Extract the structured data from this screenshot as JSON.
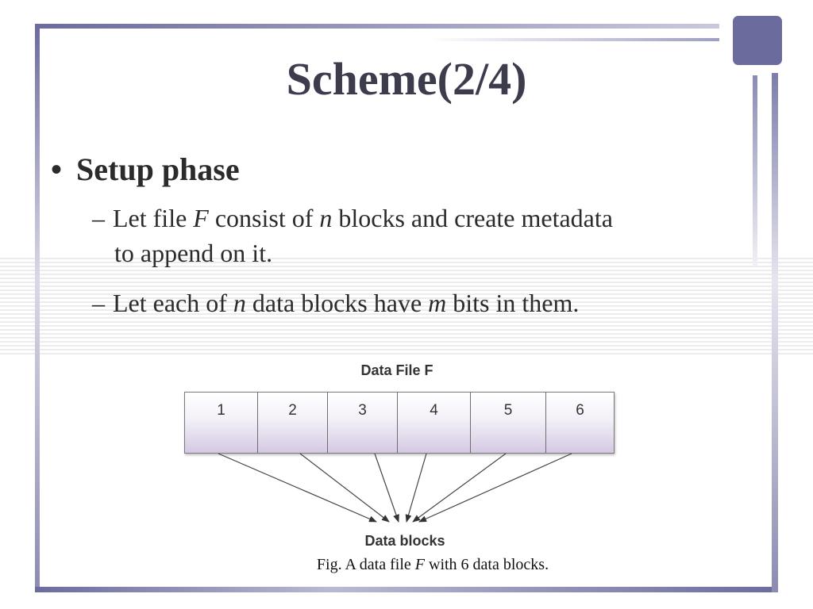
{
  "slide": {
    "title": "Scheme(2/4)",
    "bullet": "Setup phase",
    "sub1": {
      "t1": "Let file ",
      "v1": "F",
      "t2": " consist of ",
      "v2": "n",
      "t3": " blocks and create metadata",
      "line2": "to append on it."
    },
    "sub2": {
      "t1": "Let each of ",
      "v1": "n",
      "t2": " data blocks have ",
      "v2": "m",
      "t3": " bits in them."
    },
    "figure": {
      "title": "Data File F",
      "blocks": [
        "1",
        "2",
        "3",
        "4",
        "5",
        "6"
      ],
      "target_label": "Data blocks",
      "caption": {
        "prefix": "Fig.  A data file ",
        "var": "F",
        "suffix": " with 6 data blocks."
      }
    }
  }
}
